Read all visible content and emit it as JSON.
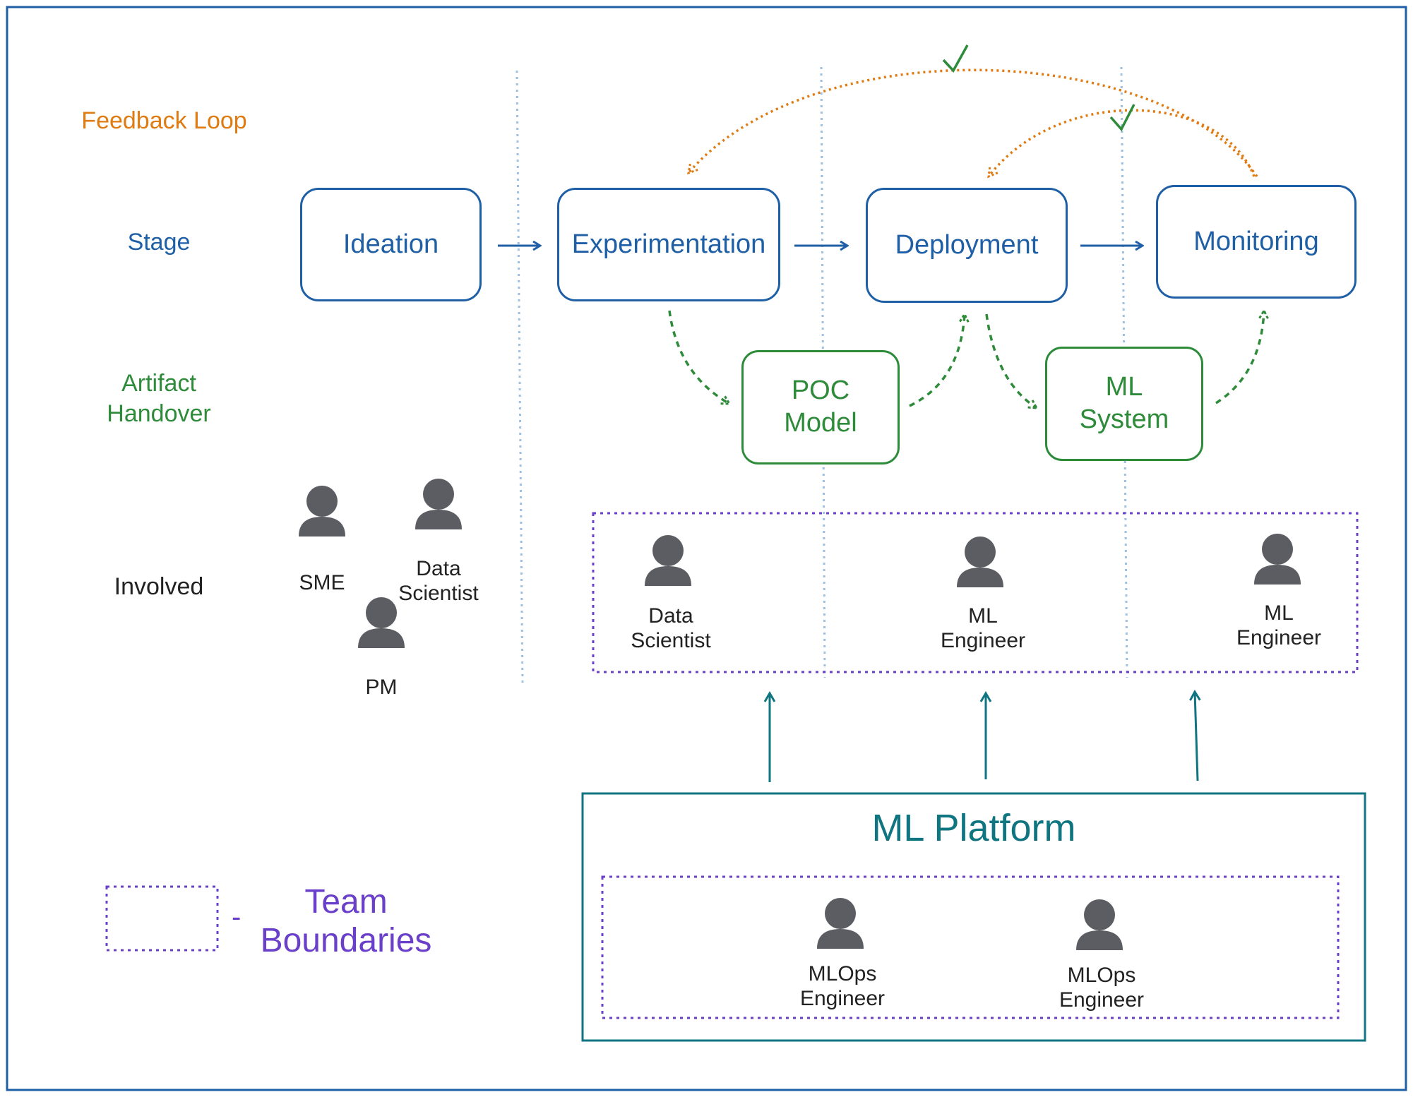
{
  "rows": {
    "feedback": "Feedback Loop",
    "stage": "Stage",
    "artifact_line1": "Artifact",
    "artifact_line2": "Handover",
    "involved": "Involved"
  },
  "stages": {
    "ideation": "Ideation",
    "experimentation": "Experimentation",
    "deployment": "Deployment",
    "monitoring": "Monitoring"
  },
  "artifacts": {
    "poc_line1": "POC",
    "poc_line2": "Model",
    "ml_system_line1": "ML",
    "ml_system_line2": "System"
  },
  "people": {
    "sme": "SME",
    "data_scientist_left_1": "Data",
    "data_scientist_left_2": "Scientist",
    "pm": "PM",
    "data_scientist_1": "Data",
    "data_scientist_2": "Scientist",
    "ml_engineer_a_1": "ML",
    "ml_engineer_a_2": "Engineer",
    "ml_engineer_b_1": "ML",
    "ml_engineer_b_2": "Engineer",
    "mlops_a_1": "MLOps",
    "mlops_a_2": "Engineer",
    "mlops_b_1": "MLOps",
    "mlops_b_2": "Engineer"
  },
  "platform": {
    "title": "ML Platform"
  },
  "legend": {
    "dash": "-",
    "label_line1": "Team",
    "label_line2": "Boundaries"
  },
  "colors": {
    "stage": "#1f5fa6",
    "artifact": "#2e8b3a",
    "feedback": "#e07b12",
    "team_boundary": "#6a3fc9",
    "platform": "#0f7580",
    "person": "#5b5d62",
    "divider": "#9dbfe0",
    "frame": "#1f5fa6"
  },
  "icons": {
    "person": "person-icon",
    "check": "check-icon"
  }
}
